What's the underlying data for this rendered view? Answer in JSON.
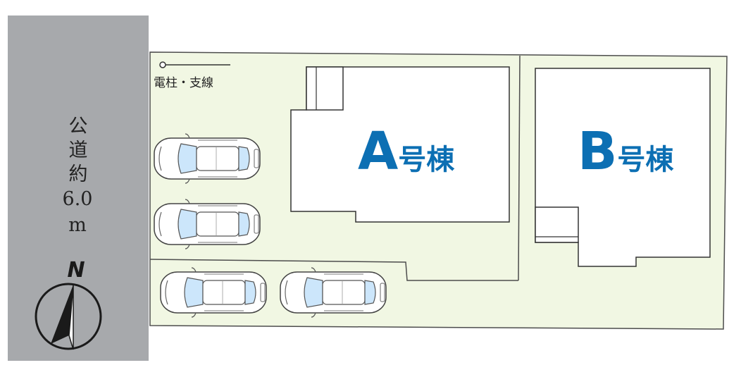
{
  "road": {
    "label_chars": [
      "公",
      "道",
      "約"
    ],
    "width_value": "6.0",
    "width_unit": "m"
  },
  "compass": {
    "label": "N"
  },
  "utility": {
    "label": "電柱・支線"
  },
  "building_a": {
    "letter": "A",
    "suffix": "号棟"
  },
  "building_b": {
    "letter": "B",
    "suffix": "号棟"
  },
  "colors": {
    "road": "#a7a9ac",
    "lot": "#f1f7e3",
    "building_label": "#0c6fb3",
    "outline": "#4d4d4d",
    "car_glass": "#cce6fb"
  },
  "parking": {
    "car_count": 4,
    "car_icon": "car-top-view-icon"
  }
}
